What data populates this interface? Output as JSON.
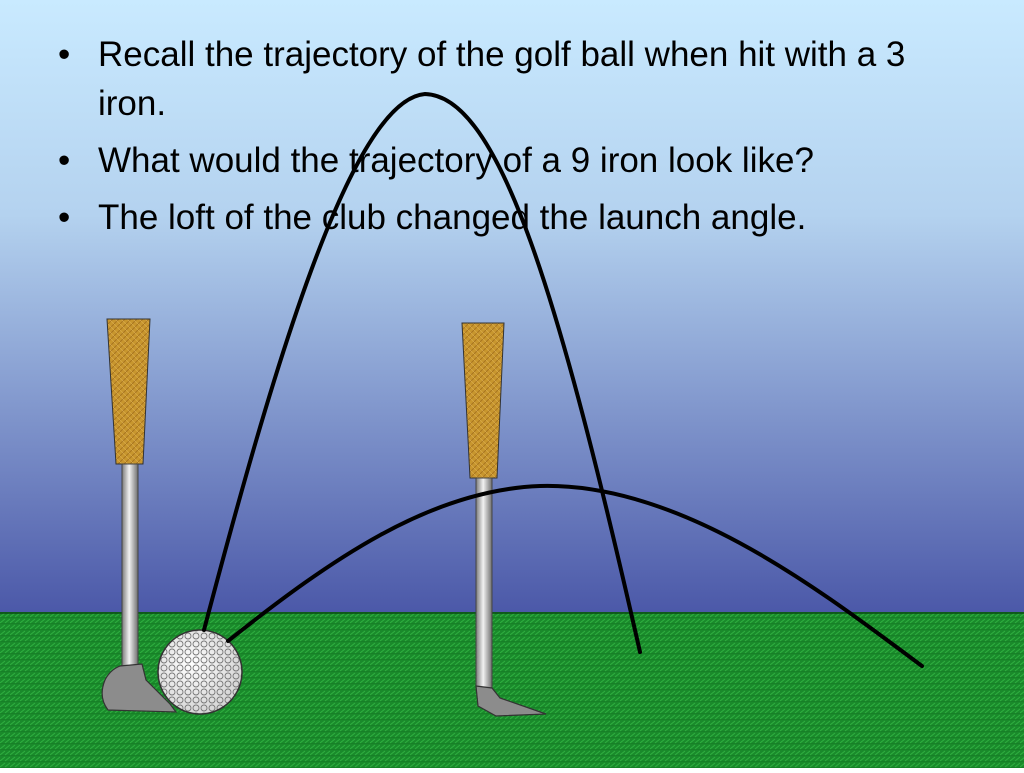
{
  "slide": {
    "bullets": [
      "Recall the trajectory of the golf ball when hit with a 3 iron.",
      "What would the trajectory of a 9 iron look like?",
      "The loft of the club changed the launch angle."
    ]
  },
  "colors": {
    "sky_top": "#c9eaff",
    "sky_bottom": "#4b58a8",
    "grass": "#1a8a2b",
    "grip": "#c8962e",
    "shaft": "#bfbfbf",
    "clubhead": "#8c8c8c",
    "trajectory": "#000000"
  },
  "illustration": {
    "objects": [
      "golf-club-3-iron",
      "golf-club-9-iron",
      "golf-ball",
      "high-trajectory",
      "low-trajectory"
    ]
  }
}
